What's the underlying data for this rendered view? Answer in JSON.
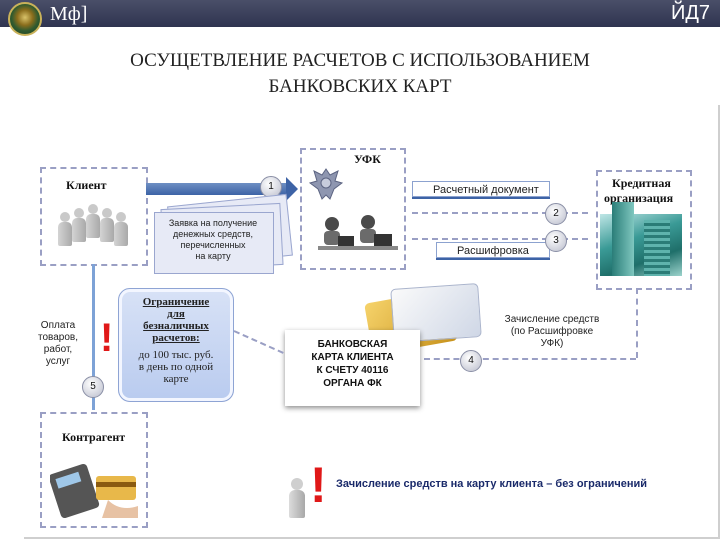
{
  "header": {
    "brand": "Мф]",
    "page": "ЙД7"
  },
  "title": {
    "line1": "ОСУЩЕТВЛЕНИЕ РАСЧЕТОВ С ИСПОЛЬЗОВАНИЕМ",
    "line2": "БАНКОВСКИХ КАРТ"
  },
  "diagram": {
    "client_label": "Клиент",
    "ufk_label": "УФК",
    "bank_label_1": "Кредитная",
    "bank_label_2": "организация",
    "contractor_label": "Контрагент",
    "request_text": [
      "Заявка на получение",
      "денежных средств,",
      "перечисленных",
      "на карту"
    ],
    "doc_settlement": "Расчетный документ",
    "doc_decode": "Расшифровка",
    "step1": "1",
    "step2": "2",
    "step3": "3",
    "step4": "4",
    "step5": "5",
    "payment_text": [
      "Оплата",
      "товаров,",
      "работ,",
      "услуг"
    ],
    "limit_title": [
      "Ограничение",
      "для",
      "безналичных",
      "расчетов:"
    ],
    "limit_body": [
      "до 100 тыс. руб.",
      "в день по одной",
      "карте"
    ],
    "card_text": [
      "БАНКОВСКАЯ",
      "КАРТА КЛИЕНТА",
      "К СЧЕТУ 40116",
      "ОРГАНА ФК"
    ],
    "credit_text": [
      "Зачисление средств",
      "(по Расшифровке",
      "УФК)"
    ],
    "footer_note": "Зачисление средств на карту клиента – без ограничений",
    "exclaim": "!"
  },
  "colors": {
    "topbar": "#3a3f5c",
    "arrow": "#3d63a6",
    "accent_red": "#e01818",
    "limit_bg": "#c7d6f2"
  }
}
